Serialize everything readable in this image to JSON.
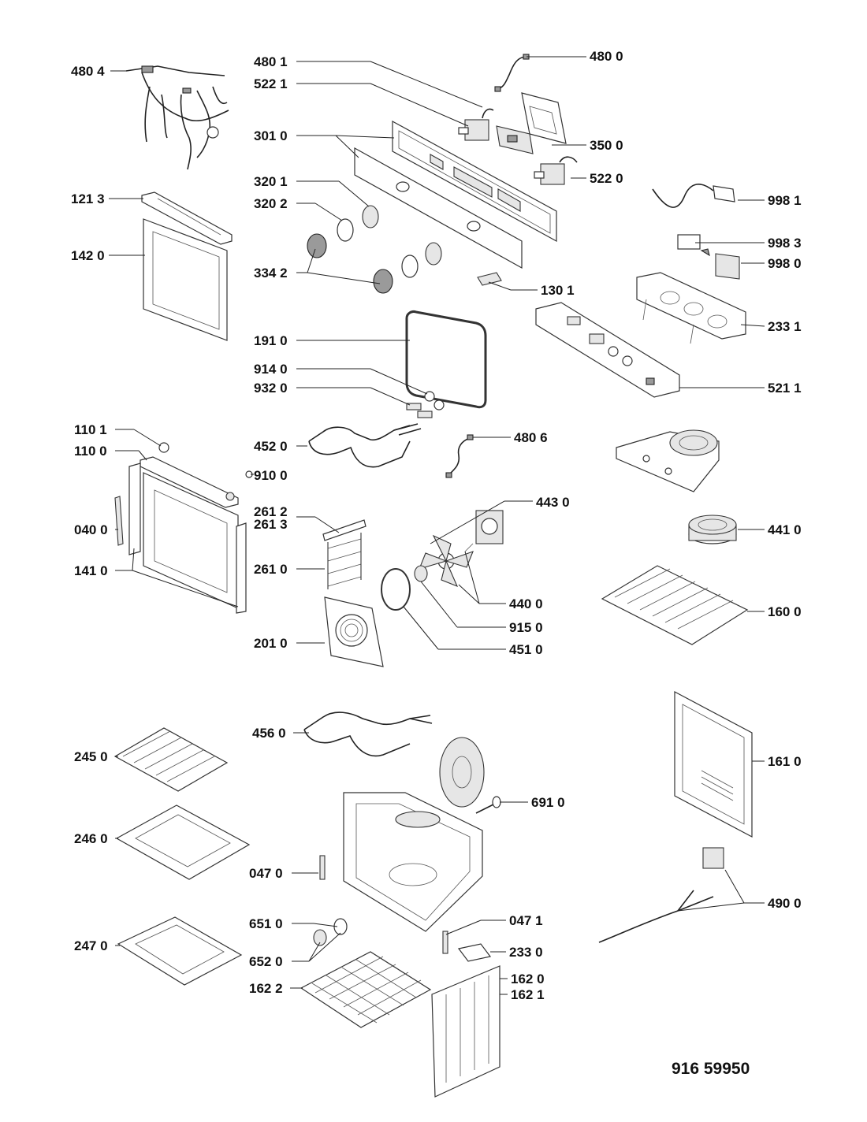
{
  "document_number": "916 59950",
  "callouts": [
    {
      "id": "c4804",
      "text": "480 4"
    },
    {
      "id": "c4801",
      "text": "480 1"
    },
    {
      "id": "c5221",
      "text": "522 1"
    },
    {
      "id": "c4800",
      "text": "480 0"
    },
    {
      "id": "c3010",
      "text": "301 0"
    },
    {
      "id": "c3500",
      "text": "350 0"
    },
    {
      "id": "c3201",
      "text": "320 1"
    },
    {
      "id": "c5220",
      "text": "522 0"
    },
    {
      "id": "c3202",
      "text": "320 2"
    },
    {
      "id": "c1213",
      "text": "121 3"
    },
    {
      "id": "c9981",
      "text": "998 1"
    },
    {
      "id": "c1420",
      "text": "142 0"
    },
    {
      "id": "c9983",
      "text": "998 3"
    },
    {
      "id": "c9980",
      "text": "998 0"
    },
    {
      "id": "c3342",
      "text": "334 2"
    },
    {
      "id": "c1301",
      "text": "130 1"
    },
    {
      "id": "c2331",
      "text": "233 1"
    },
    {
      "id": "c1910",
      "text": "191 0"
    },
    {
      "id": "c9140",
      "text": "914 0"
    },
    {
      "id": "c9320",
      "text": "932 0"
    },
    {
      "id": "c5211",
      "text": "521 1"
    },
    {
      "id": "c1101",
      "text": "110 1"
    },
    {
      "id": "c4806",
      "text": "480 6"
    },
    {
      "id": "c1100",
      "text": "110 0"
    },
    {
      "id": "c4520",
      "text": "452 0"
    },
    {
      "id": "c9100",
      "text": "910 0"
    },
    {
      "id": "c4430",
      "text": "443 0"
    },
    {
      "id": "c2612",
      "text": "261 2"
    },
    {
      "id": "c2613",
      "text": "261 3"
    },
    {
      "id": "c0400",
      "text": "040 0"
    },
    {
      "id": "c4410",
      "text": "441 0"
    },
    {
      "id": "c1410",
      "text": "141 0"
    },
    {
      "id": "c2610",
      "text": "261 0"
    },
    {
      "id": "c4400",
      "text": "440 0"
    },
    {
      "id": "c1600",
      "text": "160 0"
    },
    {
      "id": "c9150",
      "text": "915 0"
    },
    {
      "id": "c2010",
      "text": "201 0"
    },
    {
      "id": "c4510",
      "text": "451 0"
    },
    {
      "id": "c4560",
      "text": "456 0"
    },
    {
      "id": "c2450",
      "text": "245 0"
    },
    {
      "id": "c1610",
      "text": "161 0"
    },
    {
      "id": "c6910",
      "text": "691 0"
    },
    {
      "id": "c2460",
      "text": "246 0"
    },
    {
      "id": "c0470",
      "text": "047 0"
    },
    {
      "id": "c4900",
      "text": "490 0"
    },
    {
      "id": "c6510",
      "text": "651 0"
    },
    {
      "id": "c0471",
      "text": "047 1"
    },
    {
      "id": "c2470",
      "text": "247 0"
    },
    {
      "id": "c2330",
      "text": "233 0"
    },
    {
      "id": "c6520",
      "text": "652 0"
    },
    {
      "id": "c1620",
      "text": "162 0"
    },
    {
      "id": "c1622",
      "text": "162 2"
    },
    {
      "id": "c1621",
      "text": "162 1"
    }
  ]
}
